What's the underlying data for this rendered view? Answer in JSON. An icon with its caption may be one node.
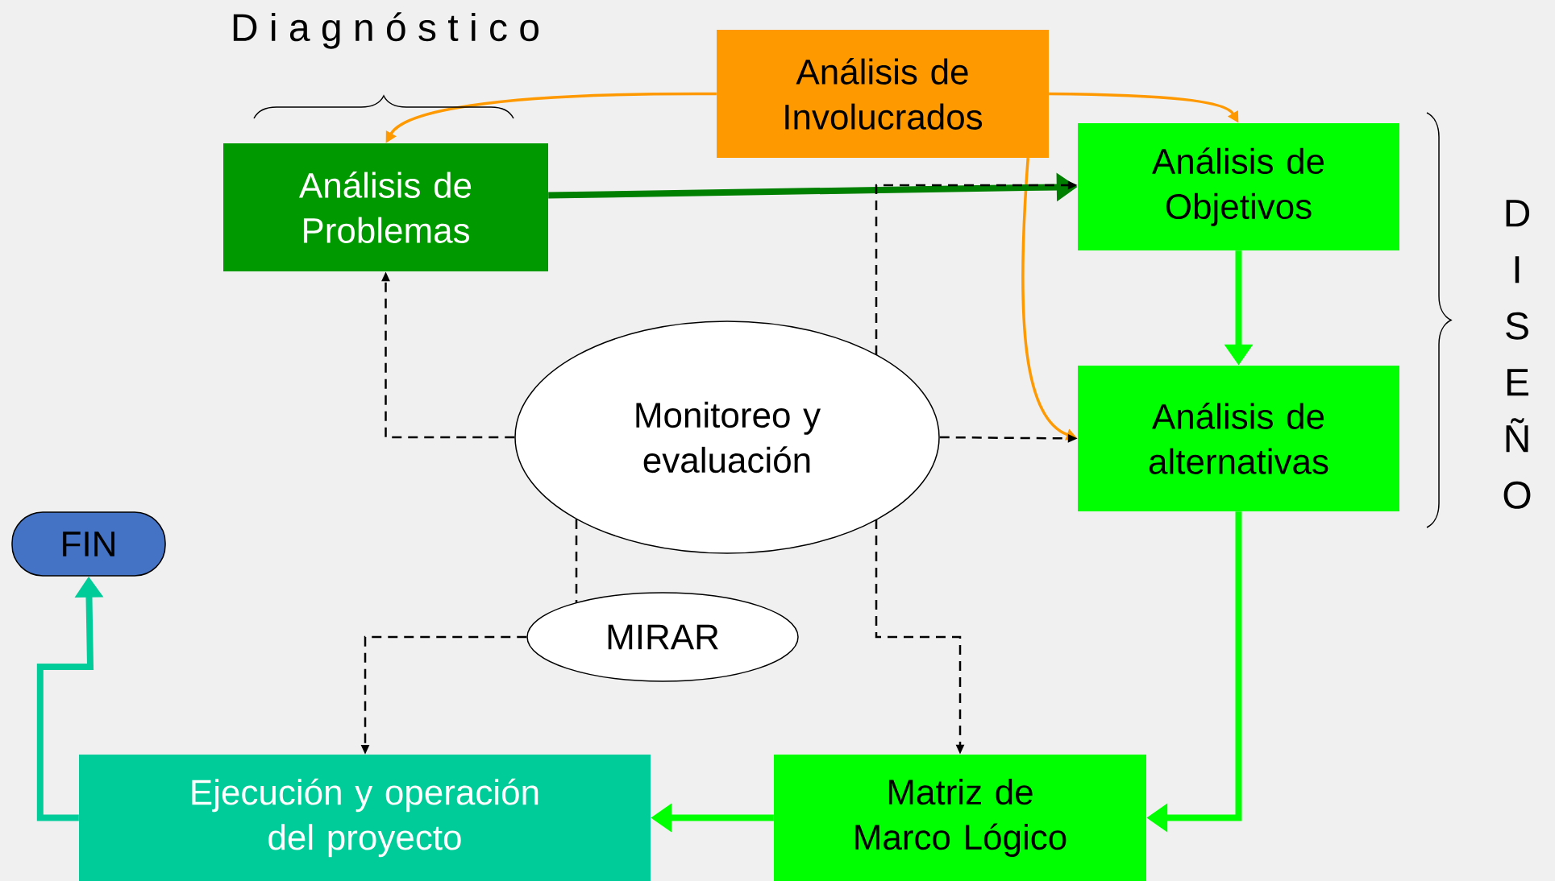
{
  "diagram": {
    "nodes": [
      {
        "text": [
          "Análisis de Involucrados"
        ]
      },
      {
        "text": [
          "Análisis de Problemas"
        ]
      },
      {
        "text": [
          "Análisis de Objetivos"
        ]
      },
      {
        "text": [
          "Análisis de alternativas"
        ]
      },
      {
        "text": [
          "Monitoreo y evaluación"
        ]
      },
      {
        "text": [
          "MIRAR"
        ]
      },
      {
        "text": [
          "FIN"
        ]
      },
      {
        "text": [
          "Ejecución y operación del proyecto"
        ]
      },
      {
        "text": [
          "Matriz de Marco Lógico"
        ]
      }
    ],
    "edges": [
      {
        "from": 0,
        "to": 1,
        "arrow": "to",
        "color": "#ff9900"
      },
      {
        "from": 0,
        "to": 2,
        "arrow": "to",
        "color": "#ff9900"
      },
      {
        "from": 0,
        "to": 3,
        "arrow": "to",
        "color": "#ff9900"
      },
      {
        "from": 1,
        "to": 2,
        "arrow": "to",
        "style": "thick",
        "color": "#008000"
      },
      {
        "from": 2,
        "to": 3,
        "arrow": "to",
        "style": "thick",
        "color": "#00ff00"
      },
      {
        "from": 3,
        "to": 8,
        "arrow": "to",
        "style": "thick",
        "color": "#00ff00"
      },
      {
        "from": 8,
        "to": 7,
        "arrow": "to",
        "style": "thick",
        "color": "#00ff00"
      },
      {
        "from": 7,
        "to": 6,
        "arrow": "to",
        "style": "thick",
        "color": "#00cc99"
      },
      {
        "from": 4,
        "to": 1,
        "arrow": "to",
        "style": "dashed"
      },
      {
        "from": 4,
        "to": 2,
        "arrow": "to",
        "style": "dashed"
      },
      {
        "from": 4,
        "to": 3,
        "arrow": "to",
        "style": "dashed"
      },
      {
        "from": 4,
        "to": 8,
        "arrow": "to",
        "style": "dashed"
      },
      {
        "from": 4,
        "to": 5,
        "arrow": "none",
        "style": "dashed"
      },
      {
        "from": 5,
        "to": 7,
        "arrow": "to",
        "style": "dashed"
      }
    ],
    "labels": [
      "D i a g n ó s t i c o",
      "D I S E Ñ O"
    ]
  }
}
